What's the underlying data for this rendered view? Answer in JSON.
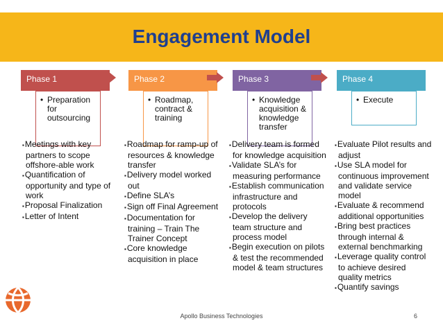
{
  "title": "Engagement Model",
  "phases": [
    {
      "label": "Phase 1",
      "color": "#c0504d",
      "box_text": "Preparation for outsourcing",
      "items": [
        "Meetings with key partners to scope offshore-able work",
        "Quantification of opportunity and type of work",
        "Proposal Finalization",
        "Letter of Intent"
      ]
    },
    {
      "label": "Phase 2",
      "color": "#f79646",
      "box_text": "Roadmap, contract & training",
      "items": [
        "Roadmap for ramp-up of resources & knowledge transfer",
        "Delivery model worked out",
        "Define SLA’s",
        "Sign off Final Agreement",
        "Documentation for training – Train The Trainer Concept",
        "Core knowledge acquisition in place"
      ]
    },
    {
      "label": "Phase 3",
      "color": "#8064a2",
      "box_text": "Knowledge acquisition & knowledge transfer",
      "items": [
        "Delivery team is formed for knowledge acquisition",
        "Validate SLA’s for measuring performance",
        "Establish communication infrastructure and protocols",
        "Develop the delivery team structure and process model",
        "Begin execution on pilots & test the recommended model & team structures"
      ]
    },
    {
      "label": "Phase 4",
      "color": "#4bacc6",
      "box_text": "Execute",
      "items": [
        "Evaluate Pilot results and adjust",
        "Use SLA model for continuous improvement and validate service model",
        "Evaluate & recommend additional opportunities",
        "Bring best practices through internal & external benchmarking",
        "Leverage quality control to achieve desired quality metrics",
        "Quantify savings"
      ]
    }
  ],
  "footer": "Apollo Business Technologies",
  "page_number": "6",
  "colors": {
    "band": "#f6b619",
    "title": "#1f3f8f",
    "arrow": "#c0504d"
  },
  "logo_icon": "globe-logo-icon"
}
